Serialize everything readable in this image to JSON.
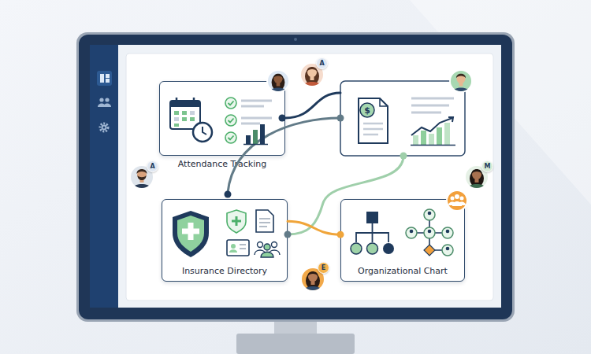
{
  "diagram": {
    "nodes": [
      {
        "text": [
          "A"
        ]
      },
      {
        "text": [
          "Attendance Tracking"
        ]
      },
      {
        "text": [
          "A"
        ]
      },
      {
        "text": [
          "M"
        ]
      },
      {
        "text": [
          "Insurance Directory"
        ]
      },
      {
        "text": [
          "Organizational Chart"
        ]
      },
      {
        "text": [
          "E"
        ]
      }
    ],
    "edges": [
      {
        "from": 4,
        "to": 5,
        "arrow": "none"
      }
    ],
    "labels": [
      "$"
    ]
  }
}
